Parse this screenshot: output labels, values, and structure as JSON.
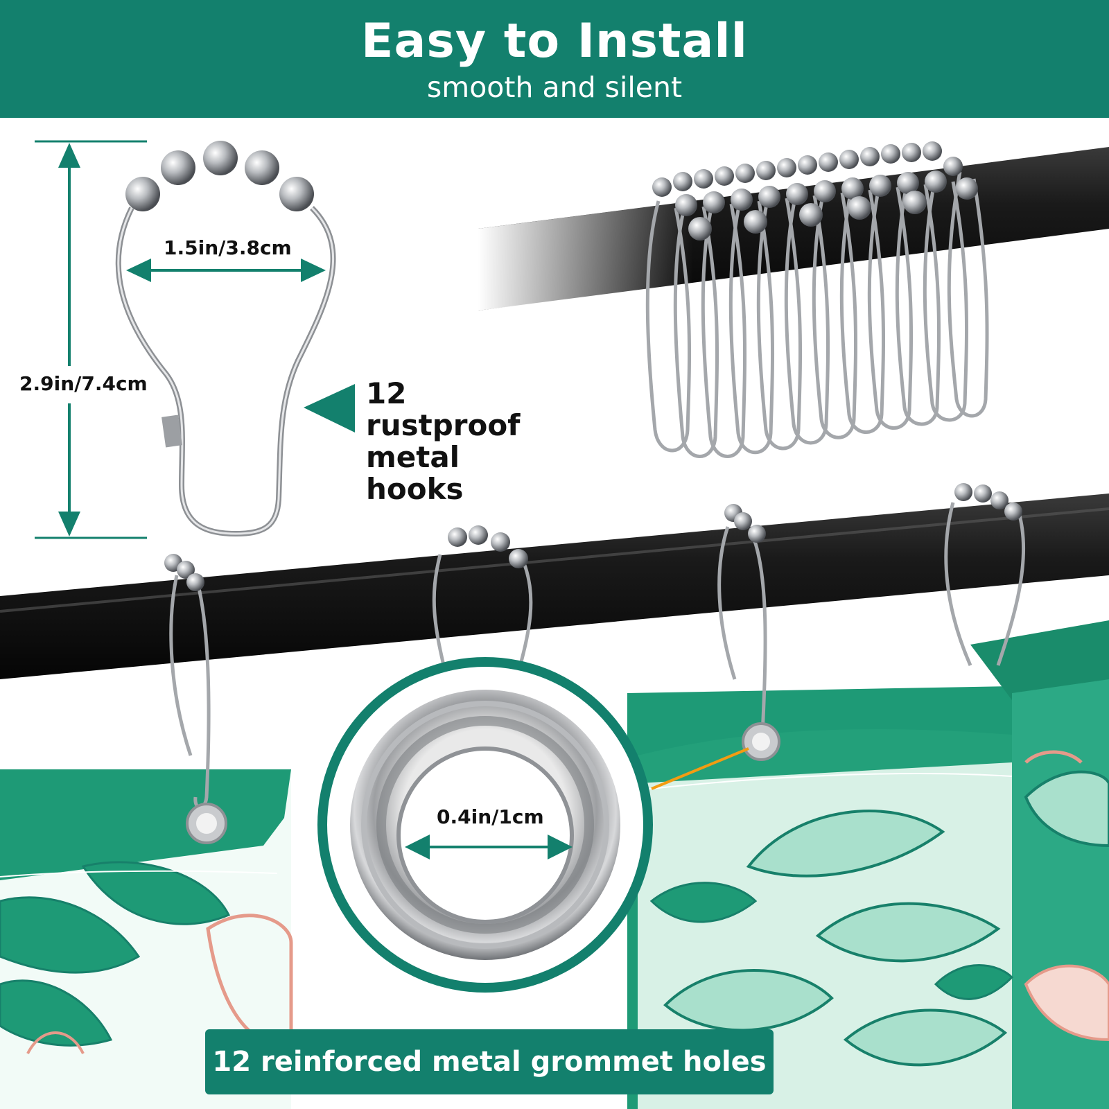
{
  "header": {
    "title": "Easy to Install",
    "subtitle": "smooth and silent",
    "background_color": "#13806d"
  },
  "hook_diagram": {
    "width_label": "1.5in/3.8cm",
    "height_label": "2.9in/7.4cm",
    "feature_label": "12 rustproof metal hooks"
  },
  "grommet_detail": {
    "diameter_label": "0.4in/1cm"
  },
  "footer_banner": {
    "text": "12 reinforced metal grommet holes"
  },
  "colors": {
    "accent_green": "#13806d",
    "rod_black": "#111111",
    "curtain_green": "#1e9a76",
    "leaf_light": "#a9e0cc",
    "leaf_pink": "#e59a8a"
  }
}
